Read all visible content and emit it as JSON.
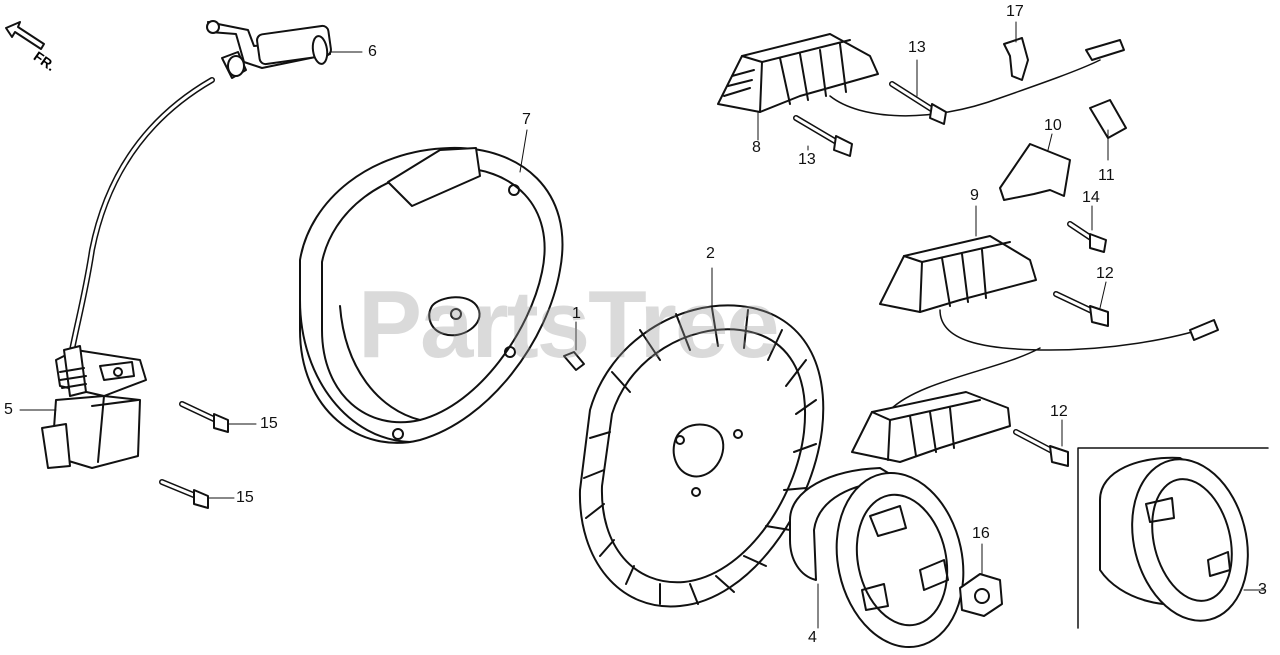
{
  "watermark": "PartsTree",
  "direction_label": "FR.",
  "callouts": {
    "c1": "1",
    "c2": "2",
    "c3": "3",
    "c4": "4",
    "c5": "5",
    "c6": "6",
    "c7": "7",
    "c8": "8",
    "c9": "9",
    "c10": "10",
    "c11": "11",
    "c12a": "12",
    "c12b": "12",
    "c13a": "13",
    "c13b": "13",
    "c14": "14",
    "c15a": "15",
    "c15b": "15",
    "c16": "16",
    "c17": "17"
  },
  "colors": {
    "line": "#111111",
    "watermark": "#969696"
  }
}
